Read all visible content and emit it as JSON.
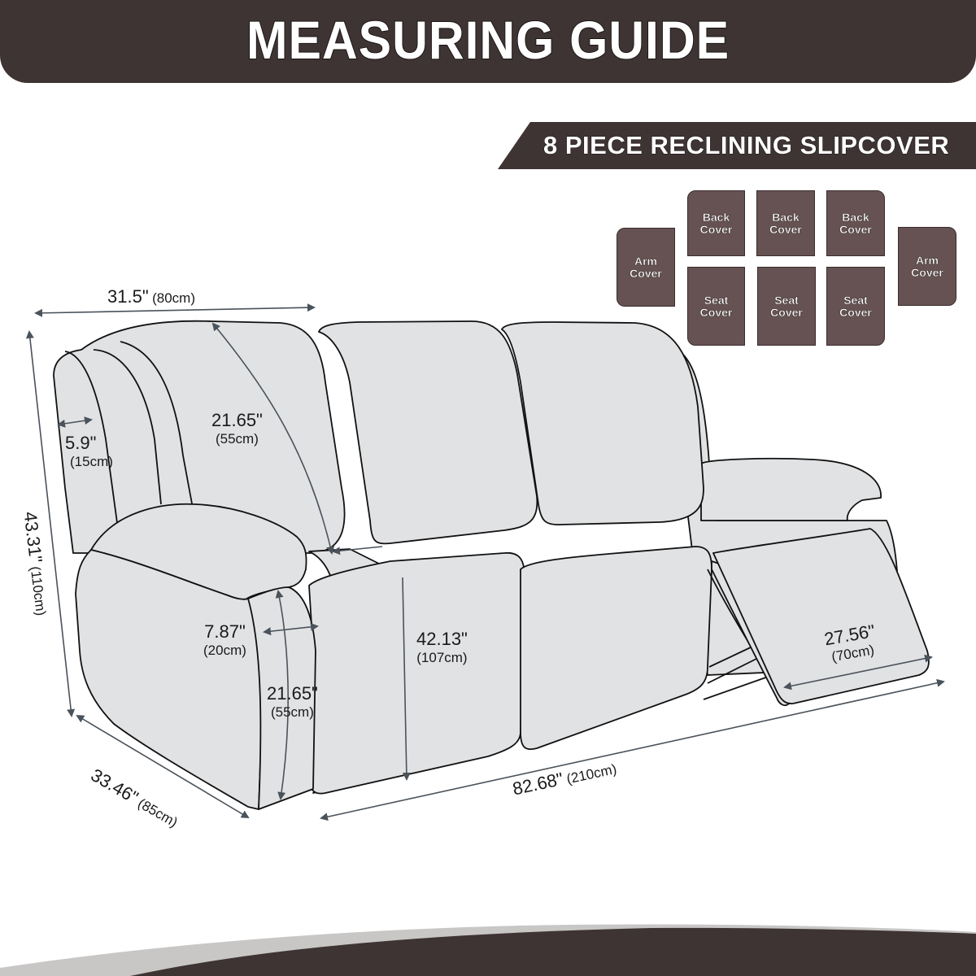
{
  "header": {
    "title": "MEASURING GUIDE",
    "subtitle": "8 PIECE RECLINING SLIPCOVER"
  },
  "pieces": {
    "arm_left": {
      "line1": "Arm",
      "line2": "Cover"
    },
    "back_1": {
      "line1": "Back",
      "line2": "Cover"
    },
    "back_2": {
      "line1": "Back",
      "line2": "Cover"
    },
    "back_3": {
      "line1": "Back",
      "line2": "Cover"
    },
    "seat_1": {
      "line1": "Seat",
      "line2": "Cover"
    },
    "seat_2": {
      "line1": "Seat",
      "line2": "Cover"
    },
    "seat_3": {
      "line1": "Seat",
      "line2": "Cover"
    },
    "arm_right": {
      "line1": "Arm",
      "line2": "Cover"
    }
  },
  "measurements": {
    "back_width": {
      "inches": "31.5\"",
      "cm": "(80cm)"
    },
    "arm_top_width": {
      "inches": "5.9\"",
      "cm": "(15cm)"
    },
    "back_height": {
      "inches": "21.65\"",
      "cm": "(55cm)"
    },
    "total_height": {
      "inches": "43.31\"",
      "cm": "(110cm)"
    },
    "arm_front_width": {
      "inches": "7.87\"",
      "cm": "(20cm)"
    },
    "arm_front_height": {
      "inches": "21.65\"",
      "cm": "(55cm)"
    },
    "seat_depth": {
      "inches": "42.13\"",
      "cm": "(107cm)"
    },
    "footrest_width": {
      "inches": "27.56\"",
      "cm": "(70cm)"
    },
    "depth": {
      "inches": "33.46\"",
      "cm": "(85cm)"
    },
    "total_width": {
      "inches": "82.68\"",
      "cm": "(210cm)"
    }
  },
  "colors": {
    "banner": "#3d3433",
    "piece_fill": "#665252",
    "sofa_fill": "#e1e2e4",
    "arrow": "#4a525a",
    "swoosh_light": "#c9c6c6"
  }
}
